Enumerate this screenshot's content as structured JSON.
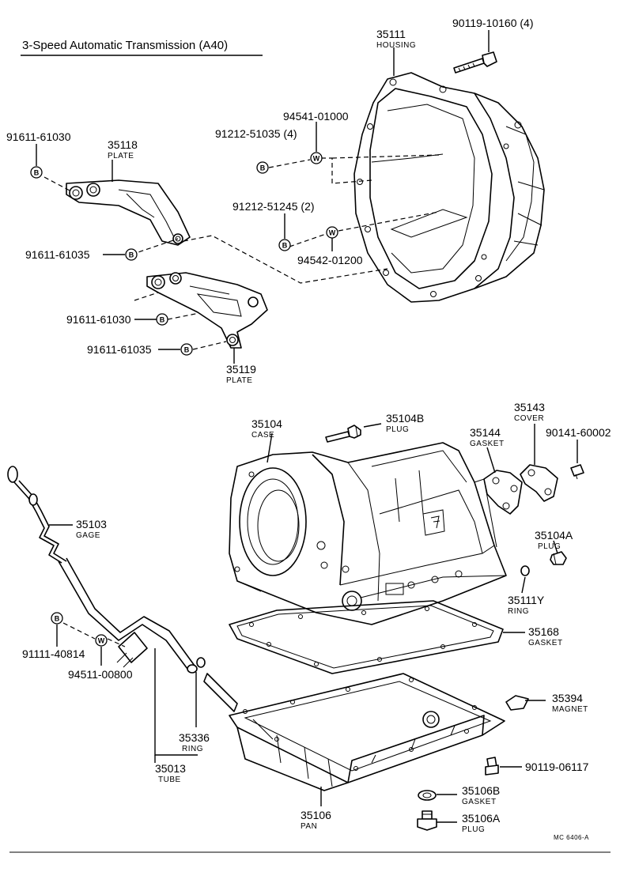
{
  "title": "3-Speed Automatic Transmission (A40)",
  "footer_code": "MC 6406-A",
  "symbols": {
    "bolt": "B",
    "washer": "W"
  },
  "parts": {
    "p35111": {
      "number": "35111",
      "name": "HOUSING"
    },
    "p90119_10160": {
      "number": "90119-10160 (4)"
    },
    "p94541_01000": {
      "number": "94541-01000"
    },
    "p91212_51035": {
      "number": "91212-51035 (4)"
    },
    "p91611_61030_a": {
      "number": "91611-61030"
    },
    "p35118": {
      "number": "35118",
      "name": "PLATE"
    },
    "p91212_51245": {
      "number": "91212-51245 (2)"
    },
    "p94542_01200": {
      "number": "94542-01200"
    },
    "p91611_61035_a": {
      "number": "91611-61035"
    },
    "p91611_61030_b": {
      "number": "91611-61030"
    },
    "p91611_61035_b": {
      "number": "91611-61035"
    },
    "p35119": {
      "number": "35119",
      "name": "PLATE"
    },
    "p35104": {
      "number": "35104",
      "name": "CASE"
    },
    "p35104B": {
      "number": "35104B",
      "name": "PLUG"
    },
    "p35143": {
      "number": "35143",
      "name": "COVER"
    },
    "p35144": {
      "number": "35144",
      "name": "GASKET"
    },
    "p90141_60002": {
      "number": "90141-60002"
    },
    "p35103": {
      "number": "35103",
      "name": "GAGE"
    },
    "p35104A": {
      "number": "35104A",
      "name": "PLUG"
    },
    "p35111Y": {
      "number": "35111Y",
      "name": "RING"
    },
    "p91111_40814": {
      "number": "91111-40814"
    },
    "p94511_00800": {
      "number": "94511-00800"
    },
    "p35168": {
      "number": "35168",
      "name": "GASKET"
    },
    "p35394": {
      "number": "35394",
      "name": "MAGNET"
    },
    "p35336": {
      "number": "35336",
      "name": "RING"
    },
    "p35013": {
      "number": "35013",
      "name": "TUBE"
    },
    "p90119_06117": {
      "number": "90119-06117"
    },
    "p35106B": {
      "number": "35106B",
      "name": "GASKET"
    },
    "p35106A": {
      "number": "35106A",
      "name": "PLUG"
    },
    "p35106": {
      "number": "35106",
      "name": "PAN"
    }
  }
}
